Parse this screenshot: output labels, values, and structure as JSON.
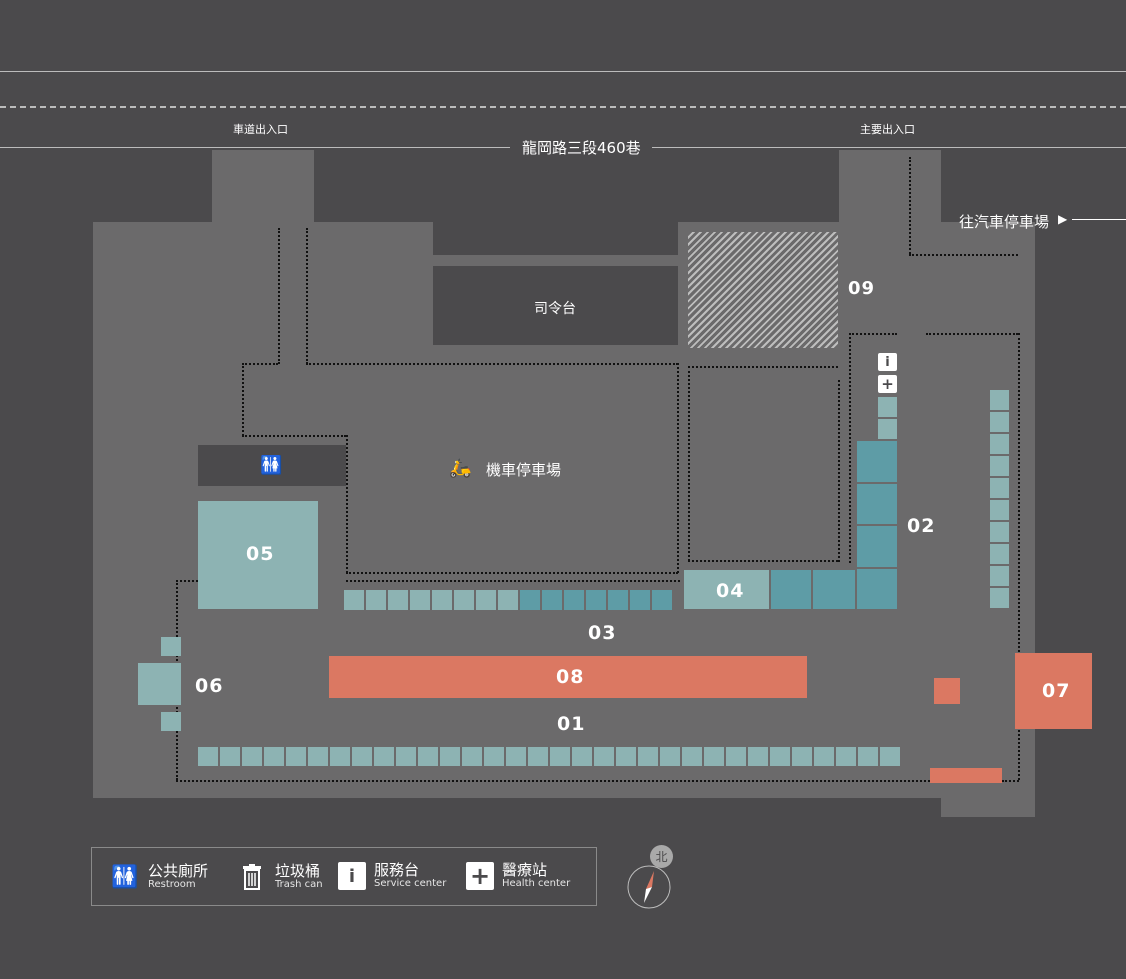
{
  "road": {
    "name": "龍岡路三段460巷",
    "vehicle_entrance": "車道出入口",
    "main_entrance": "主要出入口",
    "to_car_parking": "往汽車停車場"
  },
  "venues": {
    "podium": "司令台",
    "scooter_parking": "機車停車場"
  },
  "zones": {
    "z01": "01",
    "z02": "02",
    "z03": "03",
    "z04": "04",
    "z05": "05",
    "z06": "06",
    "z07": "07",
    "z08": "08",
    "z09": "09"
  },
  "legend": {
    "restroom": {
      "zh": "公共廁所",
      "en": "Restroom",
      "icon": "restroom-icon"
    },
    "trash": {
      "zh": "垃圾桶",
      "en": "Trash can",
      "icon": "trash-can-icon"
    },
    "service": {
      "zh": "服務台",
      "en": "Service center",
      "icon": "service-center-icon"
    },
    "health": {
      "zh": "醫療站",
      "en": "Health center",
      "icon": "health-center-icon"
    }
  },
  "compass": {
    "north": "北"
  },
  "colors": {
    "background": "#4b4a4c",
    "ground": "#6b6a6b",
    "teal": "#8db3b3",
    "blue": "#5e9ca6",
    "coral": "#db7862"
  }
}
